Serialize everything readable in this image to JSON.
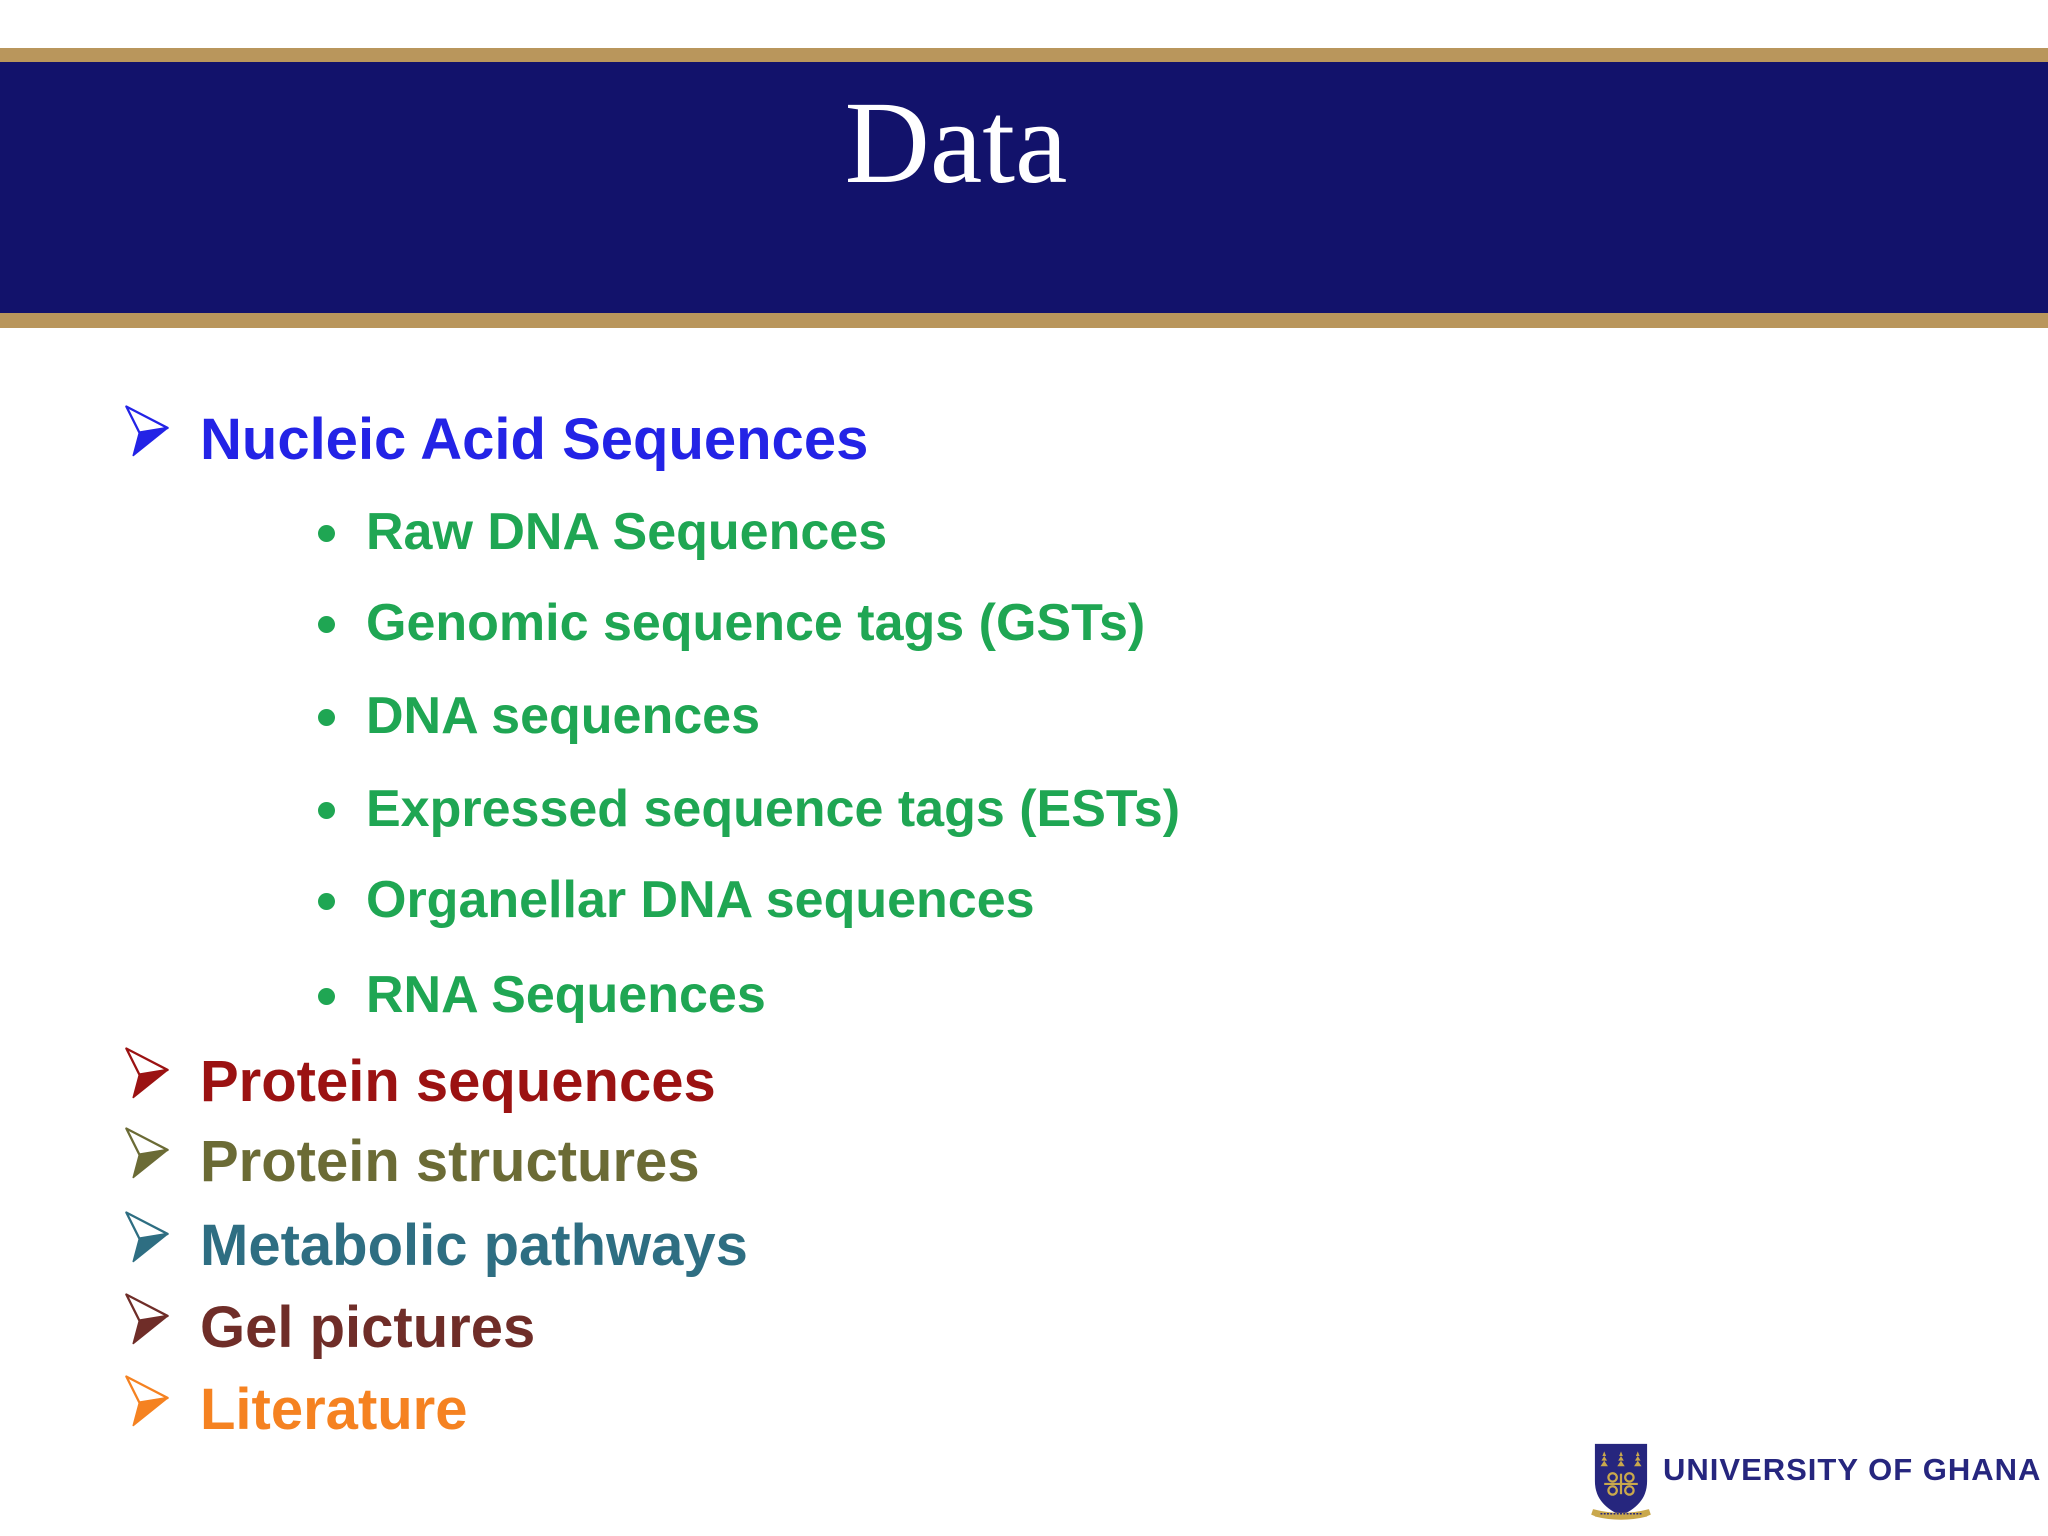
{
  "slide": {
    "title": "Data",
    "theme": {
      "background": "#FFFFFF",
      "header_navy": "#12126B",
      "gold_bar": "#B9965C",
      "title_color": "#FFFFFF"
    },
    "list": [
      {
        "label": "Nucleic Acid Sequences",
        "level": 1,
        "color": "#2323E6"
      },
      {
        "label": "Raw DNA Sequences",
        "level": 2,
        "color": "#1FA653"
      },
      {
        "label": "Genomic sequence tags (GSTs)",
        "level": 2,
        "color": "#1FA653"
      },
      {
        "label": "DNA sequences",
        "level": 2,
        "color": "#1FA653"
      },
      {
        "label": "Expressed sequence tags (ESTs)",
        "level": 2,
        "color": "#1FA653"
      },
      {
        "label": "Organellar DNA sequences",
        "level": 2,
        "color": "#1FA653"
      },
      {
        "label": "RNA Sequences",
        "level": 2,
        "color": "#1FA653"
      },
      {
        "label": "Protein sequences",
        "level": 1,
        "color": "#9B1212"
      },
      {
        "label": "Protein structures",
        "level": 1,
        "color": "#6B6B35"
      },
      {
        "label": "Metabolic pathways",
        "level": 1,
        "color": "#2E6E82"
      },
      {
        "label": "Gel pictures",
        "level": 1,
        "color": "#6F2D28"
      },
      {
        "label": "Literature",
        "level": 1,
        "color": "#F58221"
      }
    ],
    "footer": {
      "logo_text": "UNIVERSITY OF GHANA",
      "logo_navy": "#26267E",
      "logo_gold": "#C9A84C"
    }
  }
}
